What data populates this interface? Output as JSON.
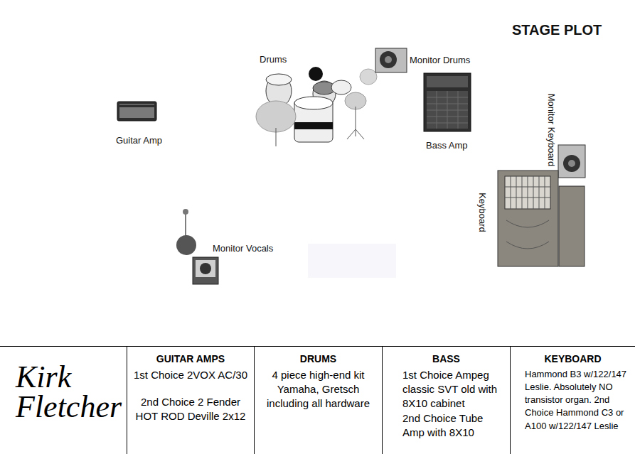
{
  "diagram": {
    "title": "STAGE PLOT",
    "nodes": [
      {
        "text": [
          "Kirk Fletcher"
        ]
      },
      {
        "text": [
          "GUITAR AMPS",
          "1st Choice 2VOX AC/30",
          "2nd Choice 2 Fender HOT ROD Deville 2x12"
        ]
      },
      {
        "text": [
          "DRUMS",
          "4 piece high-end kit Yamaha, Gretsch including all hardware"
        ]
      },
      {
        "text": [
          "BASS",
          "1st Choice Ampeg classic SVT old with 8X10 cabinet",
          "2nd Choice Tube Amp with 8X10"
        ]
      },
      {
        "text": [
          "KEYBOARD",
          "Hammond B3 w/122/147 Leslie. Absolutely NO transistor organ. 2nd Choice Hammond C3 or A100 w/122/147 Leslie"
        ]
      }
    ],
    "labels": [
      "Drums",
      "Monitor Drums",
      "Guitar Amp",
      "Bass Amp",
      "Monitor Keyboard",
      "Keyboard",
      "Monitor Vocals"
    ]
  }
}
